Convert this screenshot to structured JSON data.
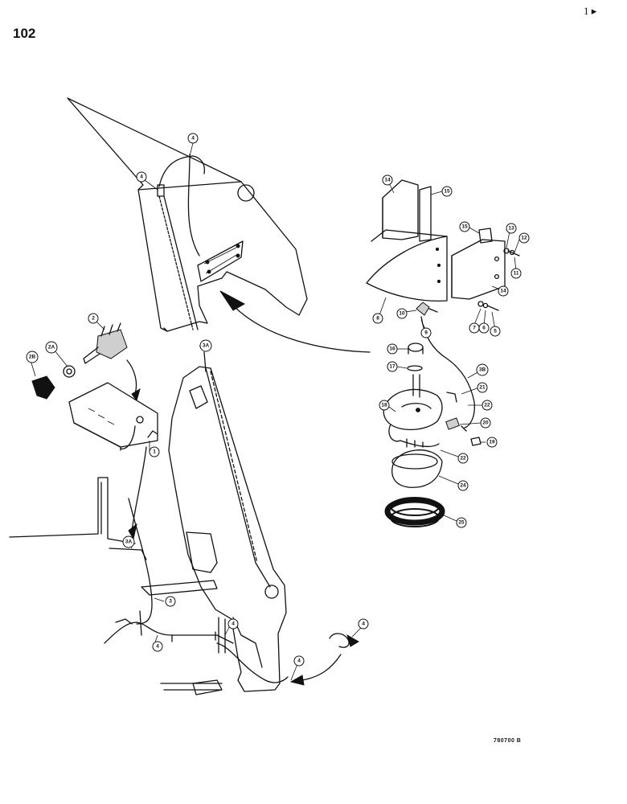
{
  "page": {
    "number": "102",
    "corner_mark": "1 ▸",
    "drawing_code": "780700 B"
  },
  "callouts": [
    {
      "id": "c4a",
      "label": "4"
    },
    {
      "id": "c4b",
      "label": "4"
    },
    {
      "id": "c3a_top",
      "label": "3A"
    },
    {
      "id": "c2",
      "label": "2"
    },
    {
      "id": "c2a",
      "label": "2A"
    },
    {
      "id": "c2b",
      "label": "2B"
    },
    {
      "id": "c1",
      "label": "1"
    },
    {
      "id": "c3a_low",
      "label": "3A"
    },
    {
      "id": "c3",
      "label": "3"
    },
    {
      "id": "c4c",
      "label": "4"
    },
    {
      "id": "c4d",
      "label": "4"
    },
    {
      "id": "c4e",
      "label": "4"
    },
    {
      "id": "c4f",
      "label": "4"
    },
    {
      "id": "c14a",
      "label": "14"
    },
    {
      "id": "c15a",
      "label": "15"
    },
    {
      "id": "c15b",
      "label": "15"
    },
    {
      "id": "c13",
      "label": "13"
    },
    {
      "id": "c12",
      "label": "12"
    },
    {
      "id": "c11",
      "label": "11"
    },
    {
      "id": "c14b",
      "label": "14"
    },
    {
      "id": "c8",
      "label": "8"
    },
    {
      "id": "c10",
      "label": "10"
    },
    {
      "id": "c9",
      "label": "9"
    },
    {
      "id": "c7",
      "label": "7"
    },
    {
      "id": "c6",
      "label": "6"
    },
    {
      "id": "c5",
      "label": "5"
    },
    {
      "id": "c16",
      "label": "16"
    },
    {
      "id": "c17",
      "label": "17"
    },
    {
      "id": "c3b",
      "label": "3B"
    },
    {
      "id": "c21",
      "label": "21"
    },
    {
      "id": "c18",
      "label": "18"
    },
    {
      "id": "c22a",
      "label": "22"
    },
    {
      "id": "c20",
      "label": "20"
    },
    {
      "id": "c19",
      "label": "19"
    },
    {
      "id": "c22b",
      "label": "22"
    },
    {
      "id": "c24",
      "label": "24"
    },
    {
      "id": "c25",
      "label": "25"
    }
  ]
}
